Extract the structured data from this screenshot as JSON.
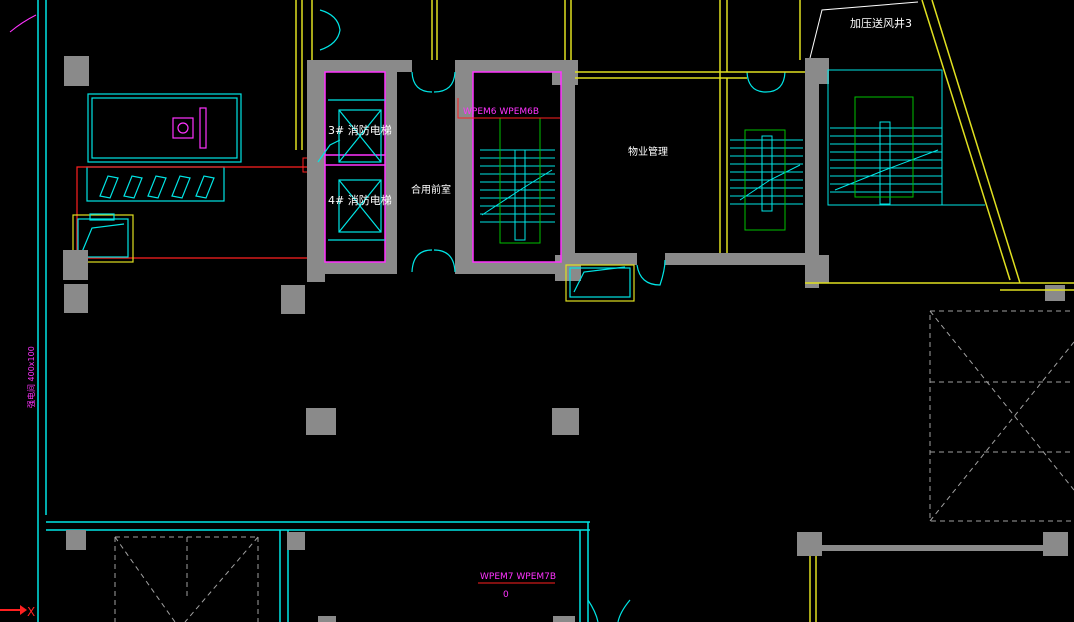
{
  "drawing": {
    "labels": {
      "elevator_3": "3# 消防电梯",
      "elevator_4": "4# 消防电梯",
      "lobby": "合用前室",
      "equipment_room": "物业管理",
      "smoke_shaft": "加压送风井3",
      "panel_upper": "WPEM6 WPEM6B",
      "panel_lower": "WPEM7 WPEM7B",
      "panel_lower_sub": "0",
      "vertical_note": "强电间 400x100",
      "axis_x": "X"
    },
    "colors": {
      "background": "#000000",
      "wall_cyan": "#00e5e5",
      "wall_yellow": "#e0e020",
      "wall_magenta": "#ff33ff",
      "column_gray": "#8a8a8a",
      "stair_green": "#00c000",
      "red": "#ff2020",
      "white": "#ffffff",
      "dash_gray": "#a0a0a0"
    }
  }
}
